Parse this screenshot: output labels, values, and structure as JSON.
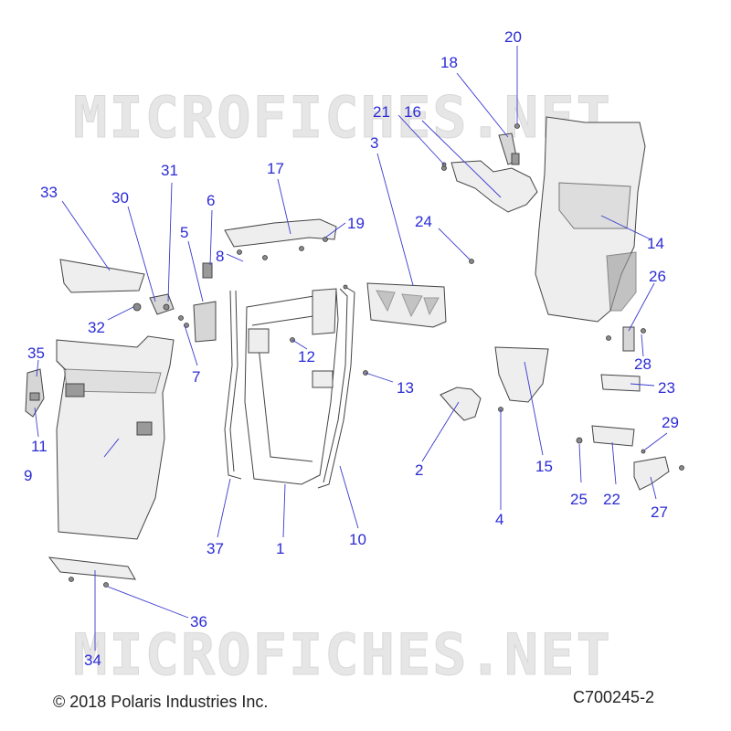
{
  "watermark": "MICROFICHES.NET",
  "copyright": "© 2018 Polaris Industries Inc.",
  "diagram_code": "C700245-2",
  "callouts": [
    "1",
    "2",
    "3",
    "4",
    "5",
    "6",
    "7",
    "8",
    "9",
    "10",
    "11",
    "12",
    "13",
    "14",
    "15",
    "16",
    "17",
    "18",
    "19",
    "20",
    "21",
    "22",
    "23",
    "24",
    "25",
    "26",
    "27",
    "28",
    "29",
    "30",
    "31",
    "32",
    "33",
    "34",
    "35",
    "36",
    "37"
  ],
  "colors": {
    "callout": "#2b2bd6",
    "leader": "#3a3ad0",
    "part_fill": "#eeeeee",
    "outline": "#444444"
  }
}
